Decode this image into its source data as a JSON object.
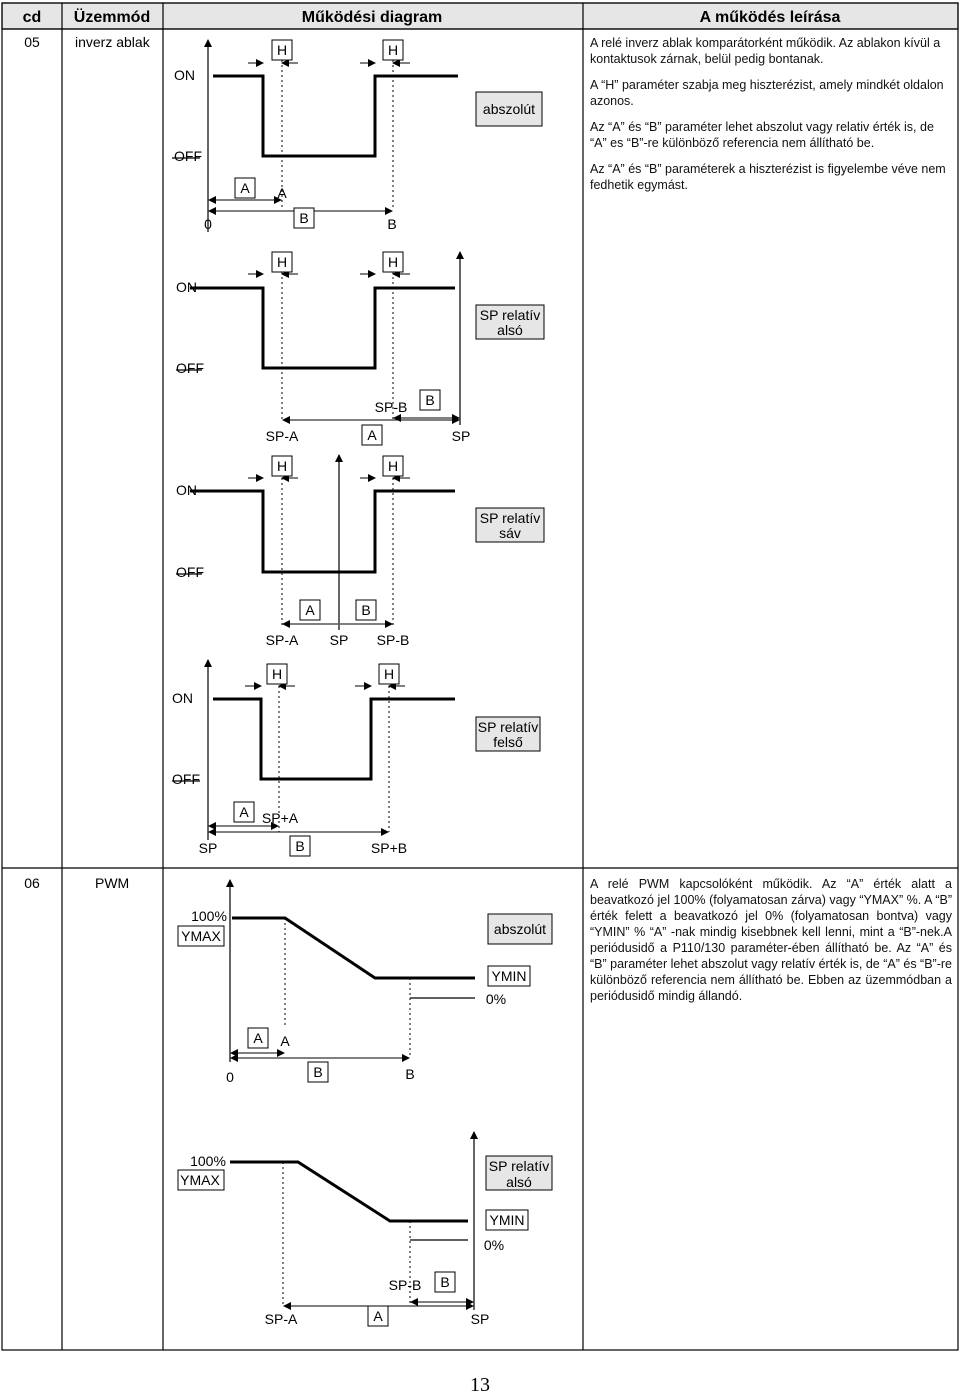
{
  "header": {
    "col_cd": "cd",
    "col_mode": "Üzemmód",
    "col_diagram": "Működési diagram",
    "col_desc": "A működés leírása"
  },
  "rows": [
    {
      "cd": "05",
      "mode": "inverz ablak",
      "desc": [
        "A relé inverz ablak komparátorként működik. Az ablakon kívül a kontaktusok zárnak, belül pedig bontanak.",
        "A “H” paraméter szabja meg hiszterézist, amely mindkét oldalon azonos.",
        "Az “A” és “B” paraméter lehet abszolut vagy relativ érték is, de “A” es “B”-re különböző referencia nem állítható be.",
        "Az “A” és “B” paraméterek a hiszterézist is figyelembe véve nem fedhetik egymást."
      ]
    },
    {
      "cd": "06",
      "mode": "PWM",
      "desc": [
        "A relé PWM kapcsolóként működik. Az “A” érték alatt a beavatkozó jel 100% (folyamatosan zárva) vagy “YMAX” %. A “B” érték felett a beavatkozó jel 0% (folyamatosan bontva) vagy “YMIN” % “A” -nak mindig kisebbnek kell lenni, mint a “B”-nek.A periódusidő a P110/130 paraméter-ében állítható be. Az “A” és “B” paraméter lehet abszolut vagy relatív érték is, de “A” és “B”-re különböző referencia nem állítható be. Ebben az üzemmódban a periódusidő mindig állandó."
      ]
    }
  ],
  "diagram_labels": {
    "on": "ON",
    "off": "OFF",
    "h": "H",
    "a": "A",
    "b": "B",
    "zero": "0",
    "sp": "SP",
    "sp_minus_a": "SP-A",
    "sp_minus_b": "SP-B",
    "sp_plus_a": "SP+A",
    "sp_plus_b": "SP+B",
    "abszolut": "abszolút",
    "sp_relativ": "SP relatív",
    "also": "alsó",
    "sav": "sáv",
    "felso": "felső",
    "pct100": "100%",
    "pct0": "0%",
    "ymax": "YMAX",
    "ymin": "YMIN"
  },
  "page_number": "13"
}
